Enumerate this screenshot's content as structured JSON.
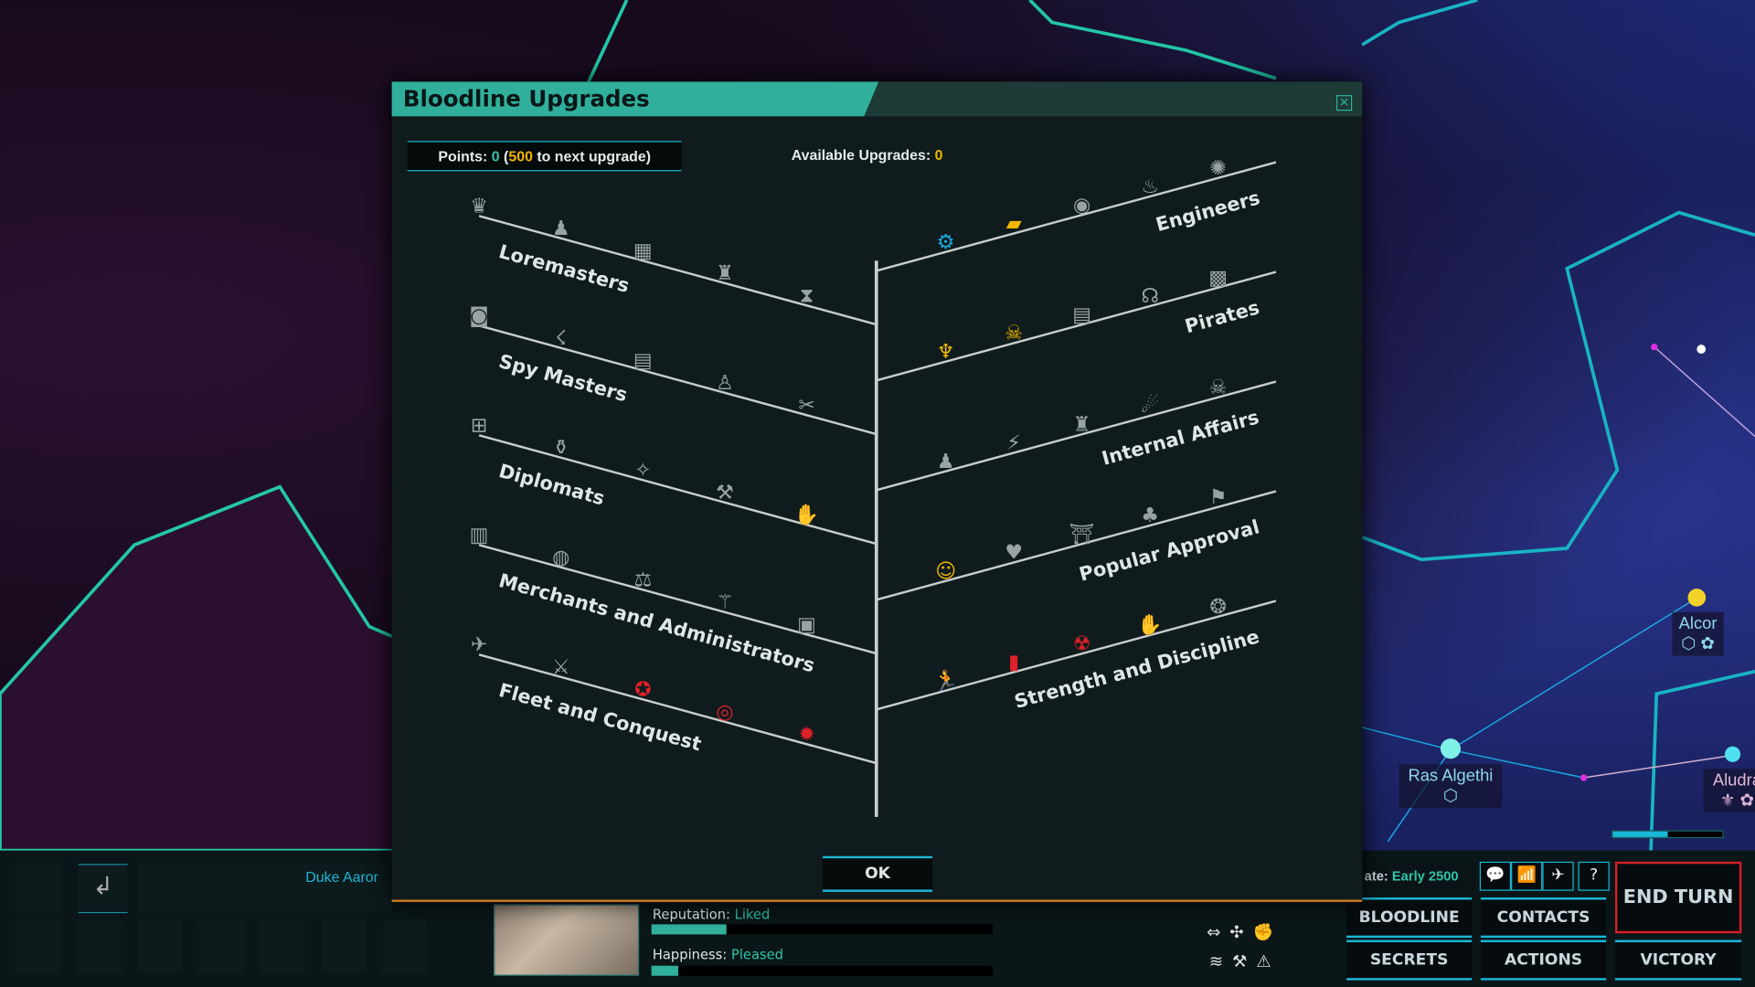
{
  "dialog": {
    "title": "Bloodline Upgrades",
    "points_label": "Points:",
    "points": "0",
    "next_open": "(",
    "next_value": "500",
    "next_text": " to next upgrade)",
    "available_label": "Available Upgrades:",
    "available": "0",
    "ok": "OK",
    "close": "✕"
  },
  "branches_left": [
    {
      "label": "Loremasters",
      "icons": [
        {
          "g": "♛",
          "c": "grey"
        },
        {
          "g": "♟",
          "c": "grey"
        },
        {
          "g": "▦",
          "c": "grey"
        },
        {
          "g": "♜",
          "c": "grey"
        },
        {
          "g": "⧗",
          "c": "grey"
        }
      ]
    },
    {
      "label": "Spy Masters",
      "icons": [
        {
          "g": "◙",
          "c": "grey"
        },
        {
          "g": "☇",
          "c": "grey"
        },
        {
          "g": "▤",
          "c": "grey"
        },
        {
          "g": "♙",
          "c": "grey"
        },
        {
          "g": "✂",
          "c": "grey"
        }
      ]
    },
    {
      "label": "Diplomats",
      "icons": [
        {
          "g": "⊞",
          "c": "grey"
        },
        {
          "g": "⚱",
          "c": "grey"
        },
        {
          "g": "✧",
          "c": "grey"
        },
        {
          "g": "⚒",
          "c": "grey"
        },
        {
          "g": "✋",
          "c": "grey"
        }
      ]
    },
    {
      "label": "Merchants and Administrators",
      "icons": [
        {
          "g": "▥",
          "c": "grey"
        },
        {
          "g": "◍",
          "c": "grey"
        },
        {
          "g": "⚖",
          "c": "grey"
        },
        {
          "g": "⚚",
          "c": "grey"
        },
        {
          "g": "▣",
          "c": "grey"
        }
      ]
    },
    {
      "label": "Fleet and Conquest",
      "icons": [
        {
          "g": "✈",
          "c": "grey"
        },
        {
          "g": "⚔",
          "c": "grey"
        },
        {
          "g": "✪",
          "c": "red"
        },
        {
          "g": "◎",
          "c": "red"
        },
        {
          "g": "✹",
          "c": "red"
        }
      ]
    }
  ],
  "branches_right": [
    {
      "label": "Engineers",
      "icons": [
        {
          "g": "⚙",
          "c": "blue"
        },
        {
          "g": "▰",
          "c": "yellow"
        },
        {
          "g": "◉",
          "c": "grey"
        },
        {
          "g": "♨",
          "c": "grey"
        },
        {
          "g": "✺",
          "c": "grey"
        }
      ]
    },
    {
      "label": "Pirates",
      "icons": [
        {
          "g": "♆",
          "c": "yellow"
        },
        {
          "g": "☠",
          "c": "yellow"
        },
        {
          "g": "▤",
          "c": "grey"
        },
        {
          "g": "☊",
          "c": "grey"
        },
        {
          "g": "▩",
          "c": "grey"
        }
      ]
    },
    {
      "label": "Internal Affairs",
      "icons": [
        {
          "g": "♟",
          "c": "grey"
        },
        {
          "g": "⚡",
          "c": "grey"
        },
        {
          "g": "♜",
          "c": "grey"
        },
        {
          "g": "☄",
          "c": "grey"
        },
        {
          "g": "☠",
          "c": "grey"
        }
      ]
    },
    {
      "label": "Popular Approval",
      "icons": [
        {
          "g": "☺",
          "c": "yellow"
        },
        {
          "g": "♥",
          "c": "grey"
        },
        {
          "g": "⛩",
          "c": "grey"
        },
        {
          "g": "♣",
          "c": "grey"
        },
        {
          "g": "⚑",
          "c": "grey"
        }
      ]
    },
    {
      "label": "Strength and Discipline",
      "icons": [
        {
          "g": "🏃",
          "c": "green"
        },
        {
          "g": "▮",
          "c": "red"
        },
        {
          "g": "☢",
          "c": "red"
        },
        {
          "g": "✋",
          "c": "green"
        },
        {
          "g": "❂",
          "c": "grey"
        }
      ]
    }
  ],
  "icon_colors": {
    "grey": "#9aa3a3",
    "red": "#e0202a",
    "yellow": "#f0b800",
    "blue": "#1aa8e0",
    "green": "#2fc83a"
  },
  "ruler": {
    "name": "Duke Aaror",
    "reputation_label": "Reputation:",
    "reputation": "Liked",
    "reputation_level": 0.22,
    "happiness_label": "Happiness:",
    "happiness": "Pleased",
    "happiness_level": 0.08
  },
  "map": {
    "stars": [
      "Alcor",
      "Ras Algethi",
      "Aludra"
    ],
    "fleet_progress": 0.5
  },
  "hud": {
    "date_label": "ate:",
    "date": "Early 2500",
    "end_turn": "END TURN",
    "bloodline": "BLOODLINE",
    "contacts": "CONTACTS",
    "secrets": "SECRETS",
    "actions": "ACTIONS",
    "victory": "VICTORY",
    "help": "?"
  }
}
